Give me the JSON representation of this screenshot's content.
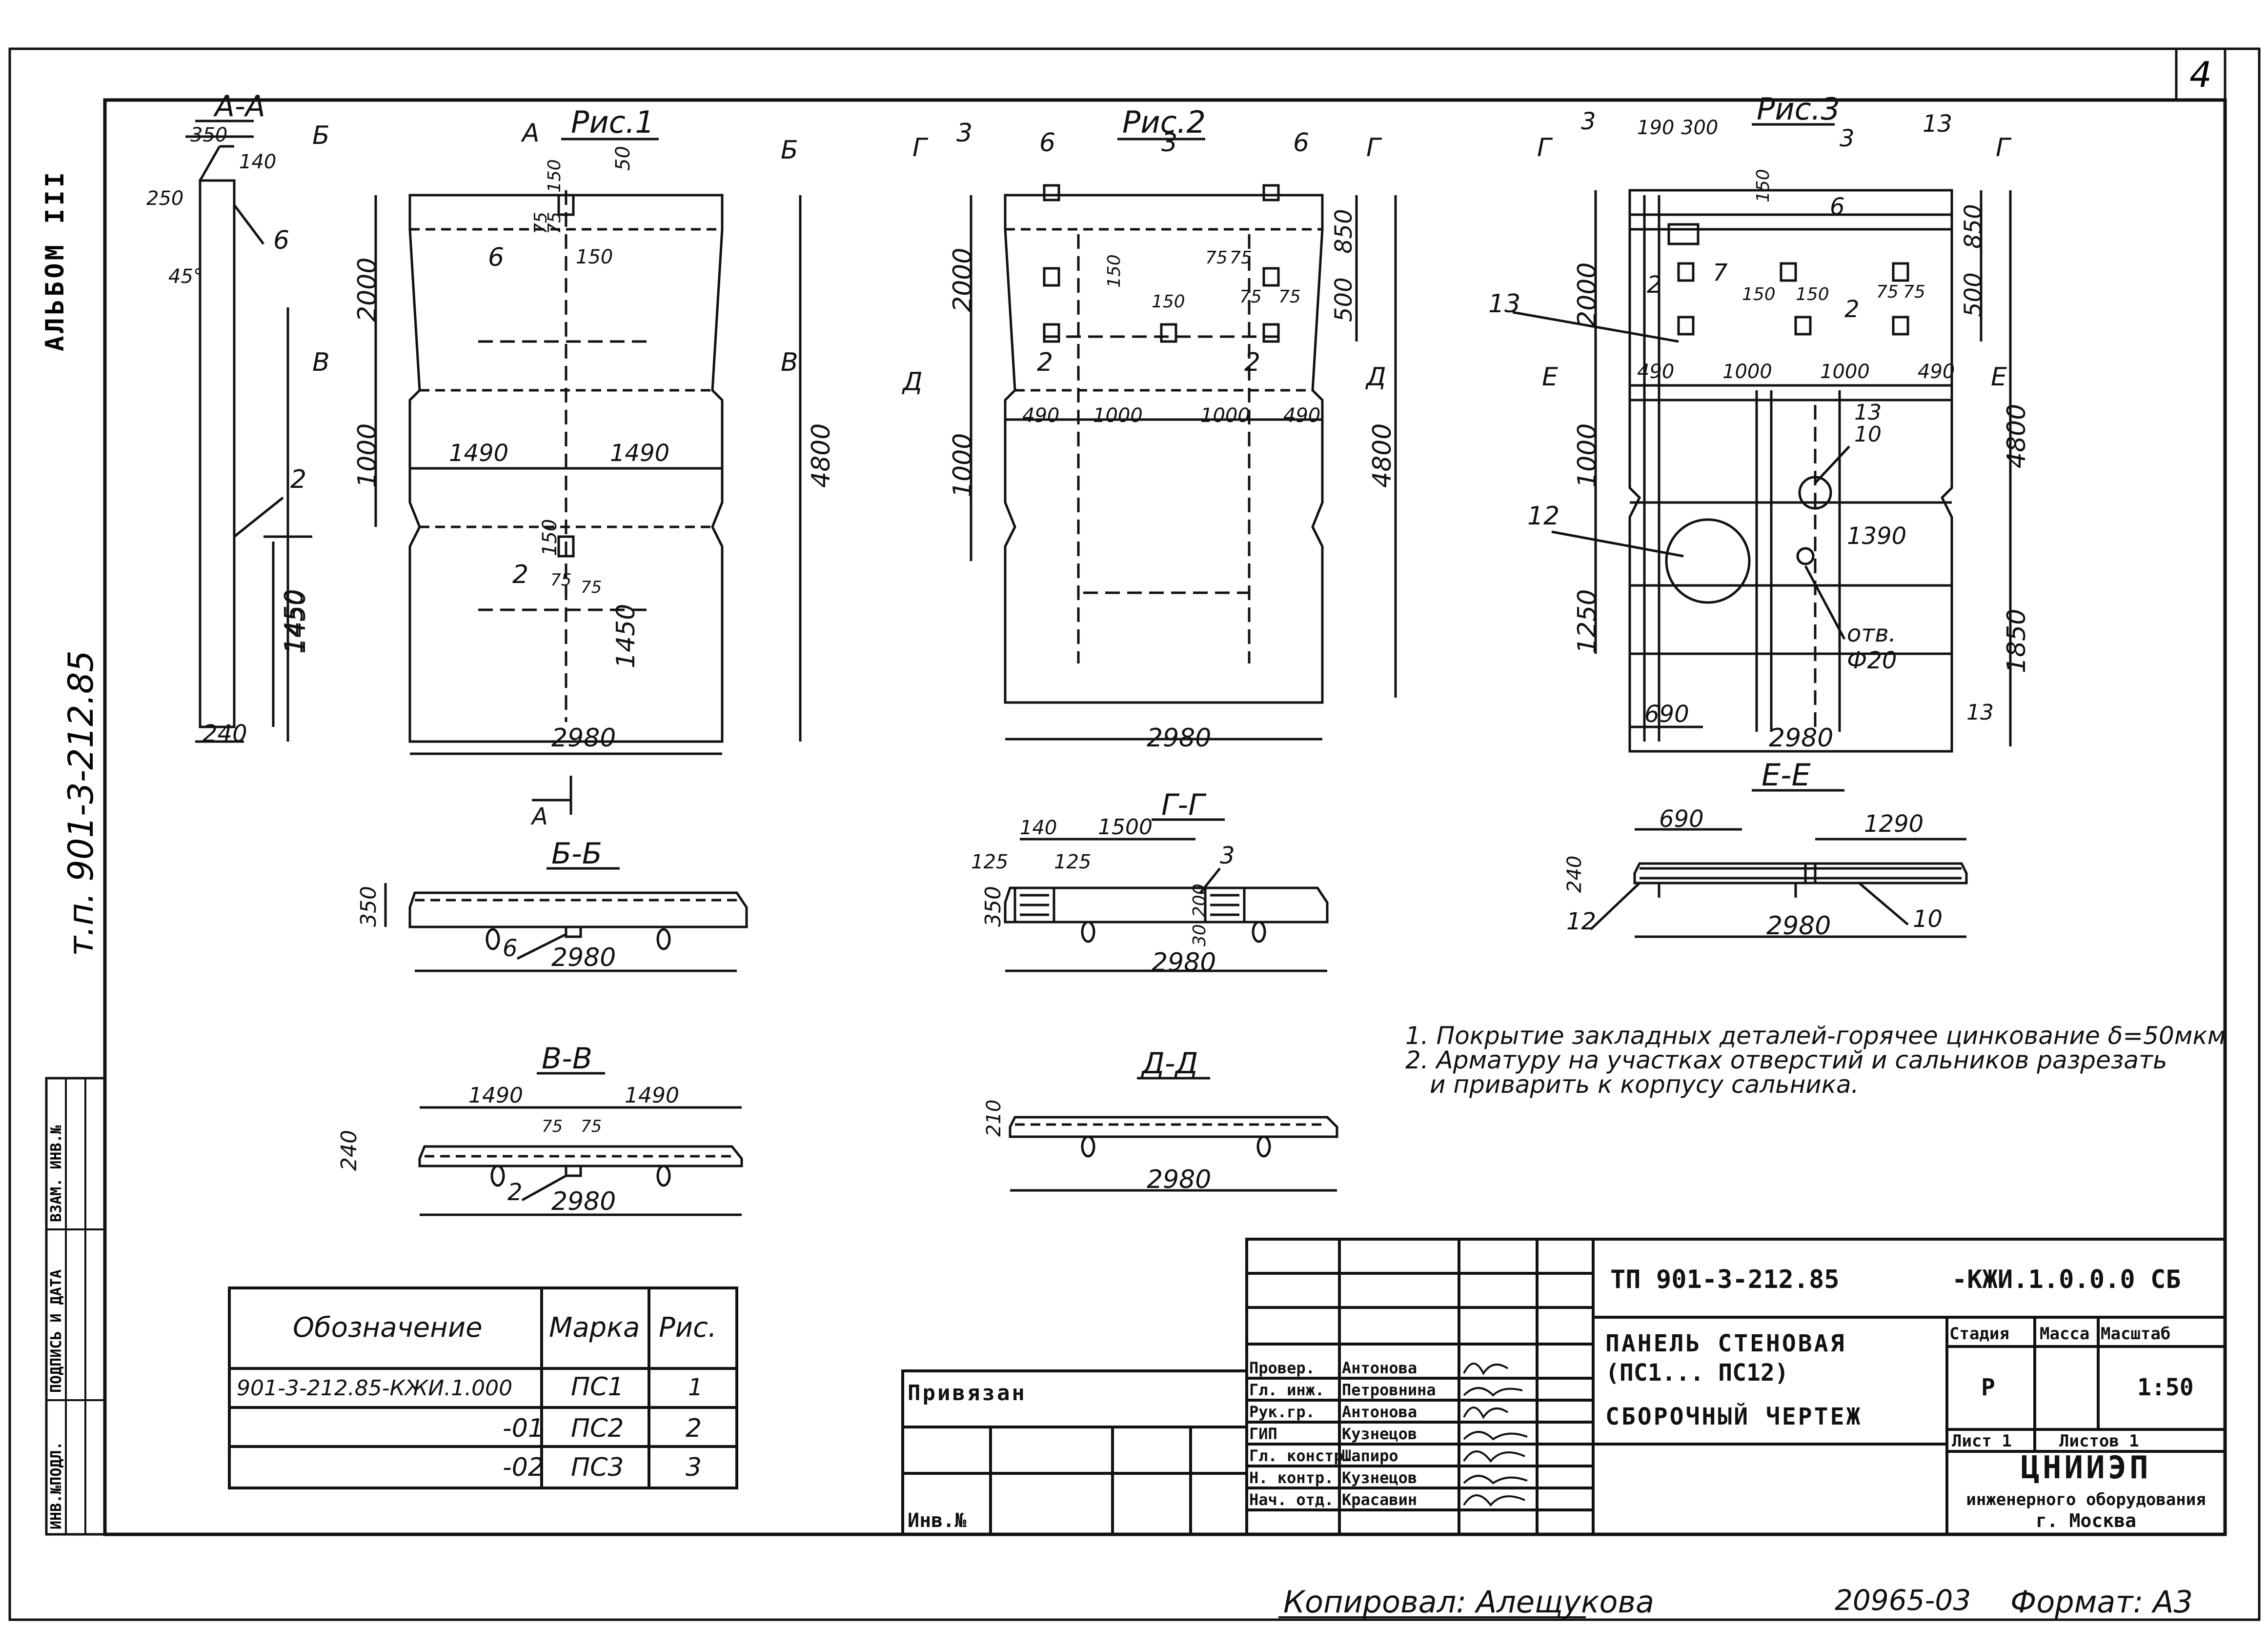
{
  "sheet": {
    "page_number": "4",
    "side_album": "АЛЬБОМ III",
    "side_project": "т.п. 901-3-212.85",
    "side_columns": [
      "ИНВ.№ПОДЛ.",
      "ПОДПИСЬ И ДАТА",
      "ВЗАМ. ИНВ.№"
    ],
    "copied_by": "Копировал: Алещукова",
    "order_number": "20965-03",
    "format": "Формат: А3"
  },
  "views": {
    "aa": {
      "title": "А-А",
      "dims": [
        "350",
        "140",
        "250",
        "45°",
        "1450",
        "240"
      ],
      "callouts": [
        "6",
        "2"
      ]
    },
    "fig1": {
      "title": "Рис.1",
      "section_marks": [
        "Б",
        "Б",
        "А",
        "В",
        "В"
      ],
      "dims": [
        "2000",
        "1000",
        "4800",
        "1490",
        "1490",
        "150",
        "75",
        "75",
        "150",
        "50",
        "150",
        "1450",
        "75",
        "75",
        "2980"
      ],
      "callouts": [
        "6",
        "2"
      ]
    },
    "fig2": {
      "title": "Рис.2",
      "section_marks": [
        "Г",
        "Г",
        "Д",
        "Д"
      ],
      "dims": [
        "2000",
        "1000",
        "850",
        "500",
        "4800",
        "490",
        "1000",
        "1000",
        "490",
        "150",
        "150",
        "75",
        "75",
        "75",
        "75",
        "2980"
      ],
      "callouts": [
        "3",
        "6",
        "3",
        "6",
        "2",
        "2"
      ]
    },
    "fig3": {
      "title": "Рис.3",
      "section_marks": [
        "Г",
        "Г",
        "Е",
        "Е"
      ],
      "dims": [
        "190",
        "300",
        "150",
        "2000",
        "1000",
        "1250",
        "850",
        "500",
        "4800",
        "1850",
        "490",
        "1000",
        "1000",
        "490",
        "150",
        "150",
        "75",
        "75",
        "1390",
        "690",
        "2980"
      ],
      "callouts": [
        "3",
        "3",
        "13",
        "6",
        "13",
        "2",
        "7",
        "2",
        "13",
        "10",
        "12",
        "13"
      ],
      "hole_label": "отв.\nФ20"
    },
    "bb": {
      "title": "Б-Б",
      "dims": [
        "350",
        "2980"
      ],
      "callouts": [
        "6"
      ]
    },
    "gg": {
      "title": "Г-Г",
      "dims": [
        "140",
        "1500",
        "125",
        "125",
        "350",
        "200",
        "30",
        "2980"
      ],
      "callouts": [
        "3"
      ]
    },
    "vv": {
      "title": "В-В",
      "dims": [
        "1490",
        "1490",
        "75",
        "75",
        "240",
        "2980"
      ],
      "callouts": [
        "2"
      ]
    },
    "dd": {
      "title": "Д-Д",
      "dims": [
        "210",
        "2980"
      ]
    },
    "ee": {
      "title": "Е-Е",
      "dims": [
        "690",
        "1290",
        "240",
        "2980"
      ],
      "callouts": [
        "12",
        "10"
      ]
    }
  },
  "notes": [
    "1. Покрытие закладных деталей-горячее цинкование δ=50мкм",
    "2. Арматуру на участках отверстий и сальников разрезать",
    "и приварить к корпусу сальника."
  ],
  "spec_table": {
    "headers": [
      "Обозначение",
      "Марка",
      "Рис."
    ],
    "rows": [
      [
        "901-3-212.85-КЖИ.1.000",
        "ПС1",
        "1"
      ],
      [
        "-01",
        "ПС2",
        "2"
      ],
      [
        "-02",
        "ПС3",
        "3"
      ]
    ]
  },
  "title_block": {
    "project_code": "ТП 901-3-212.85",
    "doc_code": "-КЖИ.1.0.0.0 СБ",
    "title_lines": [
      "ПАНЕЛЬ СТЕНОВАЯ",
      "(ПС1... ПС12)",
      "СБОРОЧНЫЙ ЧЕРТЕЖ"
    ],
    "privyazan": "Привязан",
    "inv_no": "Инв.№",
    "roles": [
      "Провер.",
      "Гл. инж.",
      "Рук.гр.",
      "ГИП",
      "Гл. констр.",
      "Н. контр.",
      "Нач. отд."
    ],
    "names": [
      "Антонова",
      "Петровнина",
      "Антонова",
      "Кузнецов",
      "Шапиро",
      "Кузнецов",
      "Красавин"
    ],
    "stage_headers": [
      "Стадия",
      "Масса",
      "Масштаб"
    ],
    "stage": "Р",
    "scale": "1:50",
    "sheet_label": "Лист 1",
    "sheets_label": "Листов 1",
    "org_name": "ЦНИИЭП",
    "org_sub": "инженерного оборудования",
    "org_city": "г. Москва"
  }
}
